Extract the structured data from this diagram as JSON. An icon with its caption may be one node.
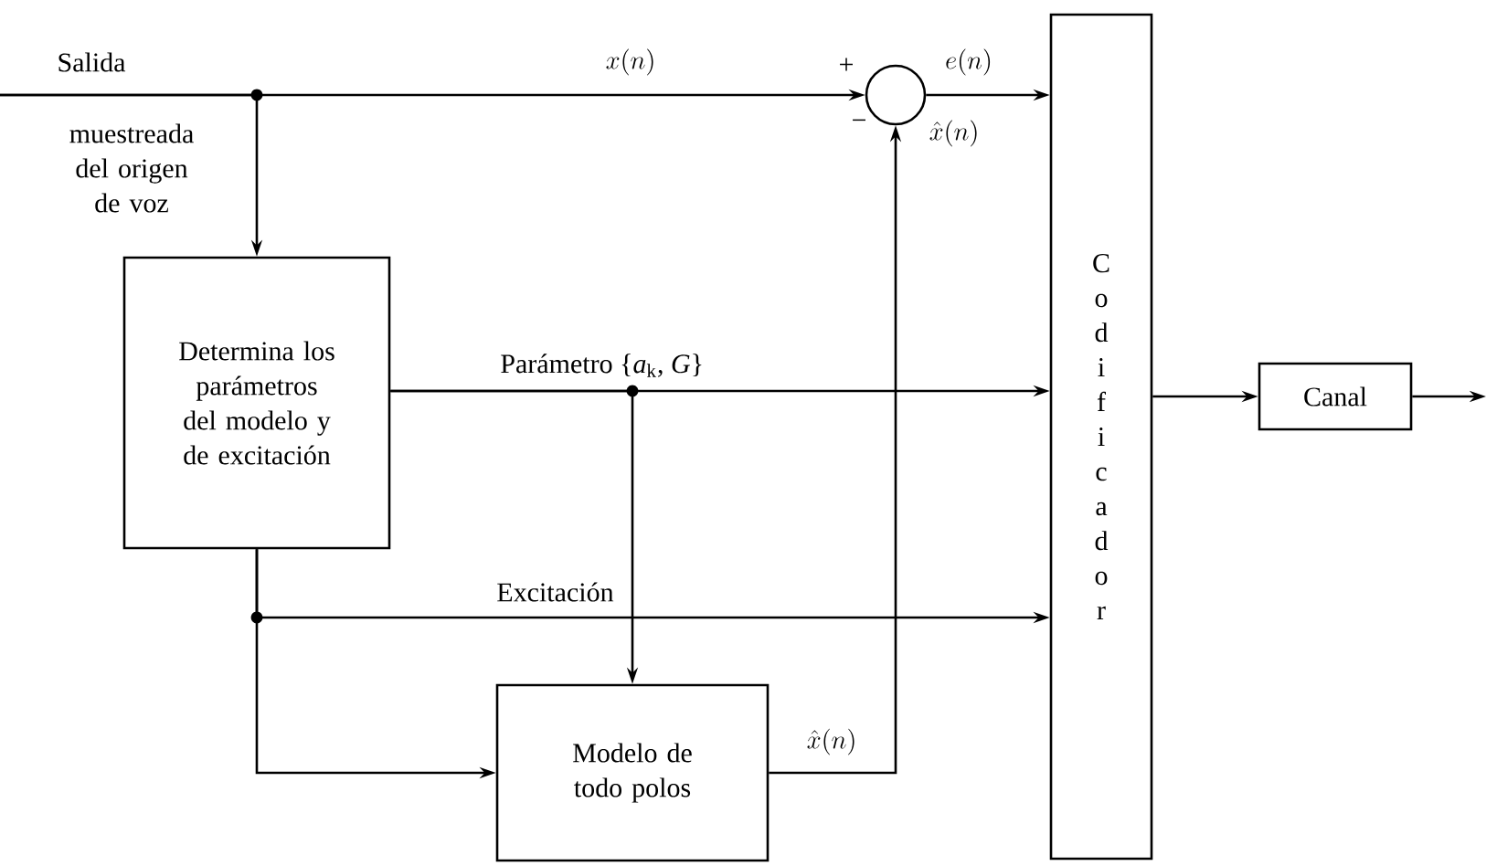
{
  "diagram": {
    "nodes": [
      {
        "text": [
          "Determina los parámetros del modelo y de excitación"
        ]
      },
      {
        "text": [],
        "shape": "circle"
      },
      {
        "text": [
          "Codificador"
        ]
      },
      {
        "text": [
          "Canal"
        ]
      },
      {
        "text": [
          "Modelo de todo polos"
        ]
      }
    ],
    "edges": [
      {
        "from": null,
        "to": 1,
        "arrow": "to",
        "label": "x(n)"
      },
      {
        "from": null,
        "to": 0,
        "arrow": "to"
      },
      {
        "from": 1,
        "to": 2,
        "arrow": "to",
        "label": "e(n)"
      },
      {
        "from": 0,
        "to": 2,
        "arrow": "to",
        "label": "Parámetro {*a*$_{k}$, *G*}"
      },
      {
        "from": 0,
        "to": 4,
        "arrow": "to"
      },
      {
        "from": 0,
        "to": 2,
        "arrow": "to",
        "label": "Excitación"
      },
      {
        "from": 0,
        "to": 4,
        "arrow": "to"
      },
      {
        "from": 4,
        "to": 1,
        "arrow": "to",
        "label": "\\hat{x}(n)"
      },
      {
        "from": 2,
        "to": 3,
        "arrow": "to"
      },
      {
        "from": 3,
        "to": null,
        "arrow": "to"
      }
    ],
    "labels": [
      "Salida",
      "muestreada del origen de voz",
      "+",
      "−",
      "\\hat{x}(n)"
    ]
  }
}
